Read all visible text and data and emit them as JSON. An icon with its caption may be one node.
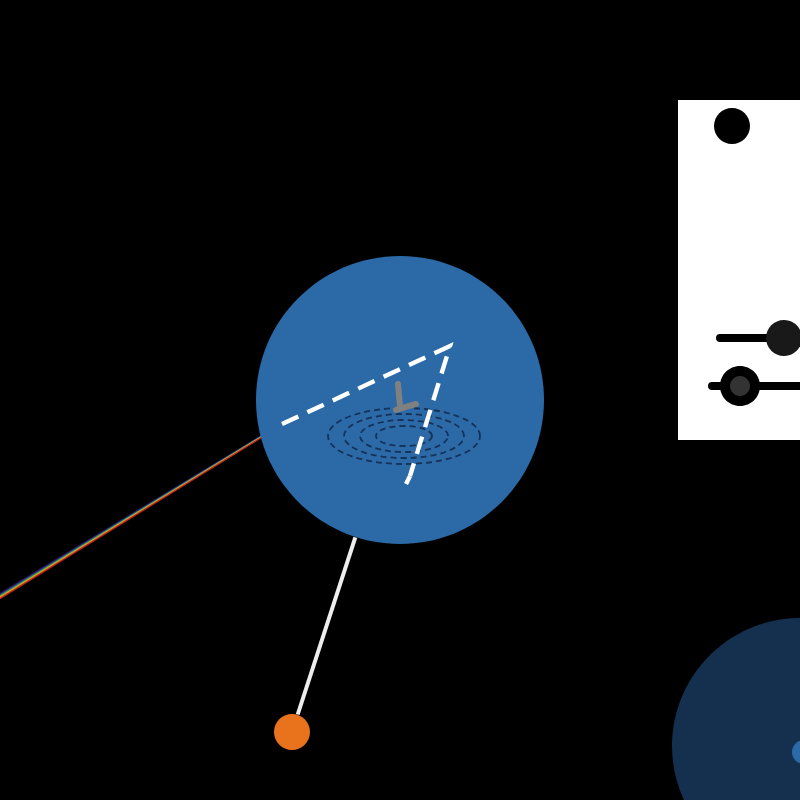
{
  "diagram": {
    "nodes": [
      {
        "text": [],
        "shape": "circle"
      },
      {
        "text": [],
        "shape": "circle"
      }
    ],
    "edges": [
      {
        "from": 1,
        "to": 0,
        "arrow": "none",
        "color": "#eeeeee"
      }
    ]
  }
}
